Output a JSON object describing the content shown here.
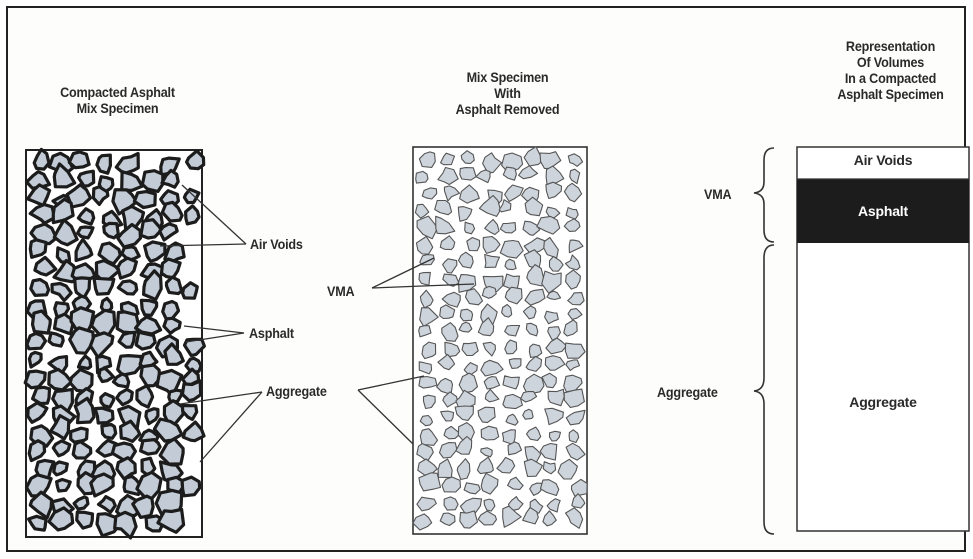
{
  "panels": {
    "compacted": {
      "title_line1": "Compacted Asphalt",
      "title_line2": "Mix Specimen",
      "label_air_voids": "Air Voids",
      "label_asphalt": "Asphalt",
      "label_aggregate": "Aggregate"
    },
    "removed": {
      "title_line1": "Mix Specimen",
      "title_line2": "With",
      "title_line3": "Asphalt Removed",
      "label_vma": "VMA"
    },
    "volumes": {
      "title_line1": "Representation",
      "title_line2": "Of Volumes",
      "title_line3": "In a Compacted",
      "title_line4": "Asphalt Specimen",
      "block_air_voids": "Air Voids",
      "block_asphalt": "Asphalt",
      "block_aggregate": "Aggregate",
      "brace_vma": "VMA",
      "brace_aggregate": "Aggregate"
    }
  },
  "colors": {
    "aggregate_fill": "#c3ccd6",
    "asphalt_fill": "#1c1c1c",
    "ink": "#2a2a2a"
  }
}
